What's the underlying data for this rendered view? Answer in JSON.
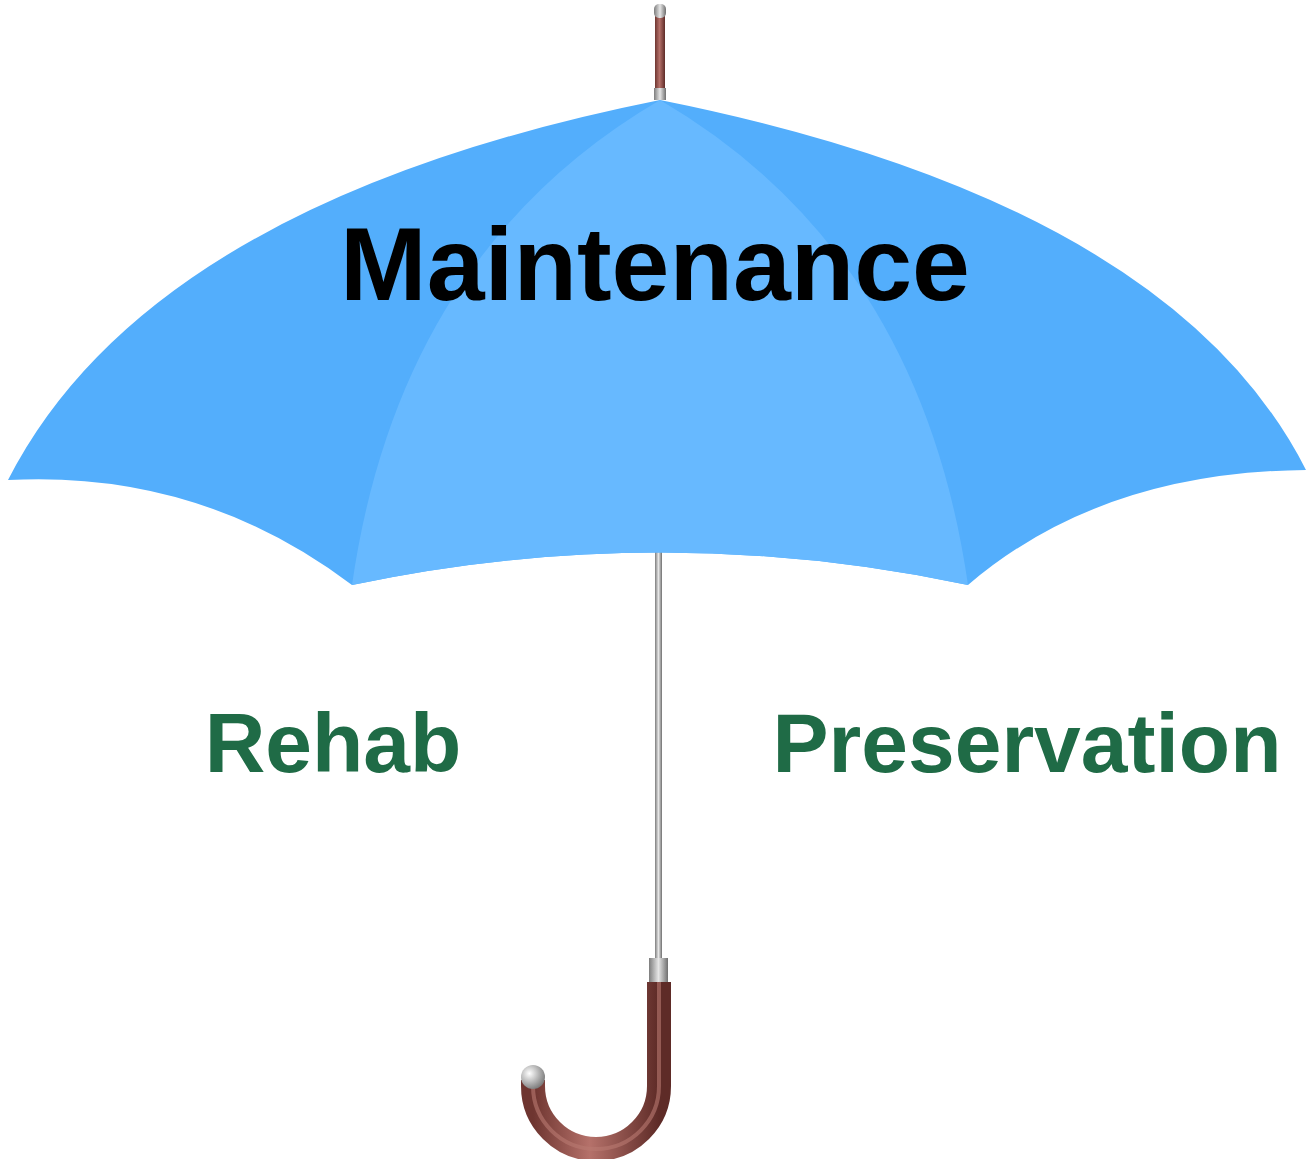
{
  "diagram": {
    "nodes": [
      {
        "text": [
          "Maintenance"
        ]
      }
    ],
    "labels": [
      "Rehab",
      "Preservation"
    ]
  }
}
